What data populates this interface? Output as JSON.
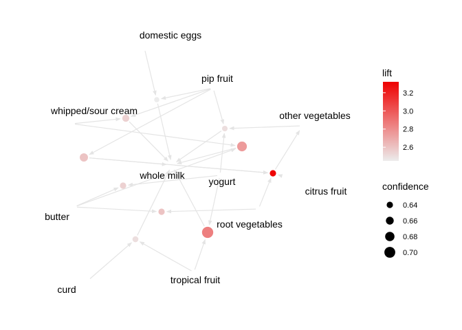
{
  "graph": {
    "items": [
      {
        "id": "domestic_eggs",
        "label": "domestic eggs"
      },
      {
        "id": "pip_fruit",
        "label": "pip fruit"
      },
      {
        "id": "whipped_sour_cream",
        "label": "whipped/sour cream"
      },
      {
        "id": "other_vegetables",
        "label": "other vegetables"
      },
      {
        "id": "whole_milk",
        "label": "whole milk"
      },
      {
        "id": "yogurt",
        "label": "yogurt"
      },
      {
        "id": "citrus_fruit",
        "label": "citrus fruit"
      },
      {
        "id": "butter",
        "label": "butter"
      },
      {
        "id": "root_vegetables",
        "label": "root vegetables"
      },
      {
        "id": "curd",
        "label": "curd"
      },
      {
        "id": "tropical_fruit",
        "label": "tropical fruit"
      }
    ],
    "rules": [
      {
        "id": "r1",
        "lift": 2.45,
        "confidence": 0.625
      },
      {
        "id": "r2",
        "lift": 2.55,
        "confidence": 0.65
      },
      {
        "id": "r3",
        "lift": 2.5,
        "confidence": 0.63
      },
      {
        "id": "r4",
        "lift": 2.6,
        "confidence": 0.665
      },
      {
        "id": "r5",
        "lift": 2.75,
        "confidence": 0.685
      },
      {
        "id": "r6",
        "lift": 3.3,
        "confidence": 0.64
      },
      {
        "id": "r7",
        "lift": 2.55,
        "confidence": 0.64
      },
      {
        "id": "r8",
        "lift": 2.6,
        "confidence": 0.64
      },
      {
        "id": "r9",
        "lift": 2.85,
        "confidence": 0.705
      },
      {
        "id": "r10",
        "lift": 2.5,
        "confidence": 0.635
      }
    ],
    "edges": [
      [
        "domestic_eggs",
        "r1"
      ],
      [
        "pip_fruit",
        "r1"
      ],
      [
        "r1",
        "whole_milk"
      ],
      [
        "whipped_sour_cream",
        "r2"
      ],
      [
        "pip_fruit",
        "r2"
      ],
      [
        "r2",
        "whole_milk"
      ],
      [
        "pip_fruit",
        "r3"
      ],
      [
        "other_vegetables",
        "r3"
      ],
      [
        "r3",
        "whole_milk"
      ],
      [
        "pip_fruit",
        "r4"
      ],
      [
        "whipped_sour_cream",
        "r5"
      ],
      [
        "r5",
        "whole_milk"
      ],
      [
        "butter",
        "r5"
      ],
      [
        "r4",
        "whole_milk"
      ],
      [
        "whole_milk",
        "r6"
      ],
      [
        "r4",
        "r6"
      ],
      [
        "r6",
        "other_vegetables"
      ],
      [
        "citrus_fruit",
        "r6"
      ],
      [
        "root_vegetables",
        "r6"
      ],
      [
        "butter",
        "r7"
      ],
      [
        "yogurt",
        "r7"
      ],
      [
        "butter",
        "r8"
      ],
      [
        "root_vegetables",
        "r8"
      ],
      [
        "curd",
        "r10"
      ],
      [
        "tropical_fruit",
        "r10"
      ],
      [
        "r10",
        "whole_milk"
      ],
      [
        "yogurt",
        "r9"
      ],
      [
        "tropical_fruit",
        "r9"
      ],
      [
        "r9",
        "whole_milk"
      ],
      [
        "yogurt",
        "r3"
      ]
    ]
  },
  "legend": {
    "lift": {
      "title": "lift",
      "min": 2.45,
      "max": 3.32,
      "ticks": [
        {
          "value": 2.6,
          "label": "2.6"
        },
        {
          "value": 2.8,
          "label": "2.8"
        },
        {
          "value": 3.0,
          "label": "3.0"
        },
        {
          "value": 3.2,
          "label": "3.2"
        }
      ],
      "color_low": "#ececec",
      "color_high": "#ee0000"
    },
    "confidence": {
      "title": "confidence",
      "entries": [
        {
          "value": 0.64,
          "label": "0.64"
        },
        {
          "value": 0.66,
          "label": "0.66"
        },
        {
          "value": 0.68,
          "label": "0.68"
        },
        {
          "value": 0.7,
          "label": "0.70"
        }
      ]
    }
  },
  "colors": {
    "edge": "#e4e4e4",
    "legend_key": "#000000"
  }
}
